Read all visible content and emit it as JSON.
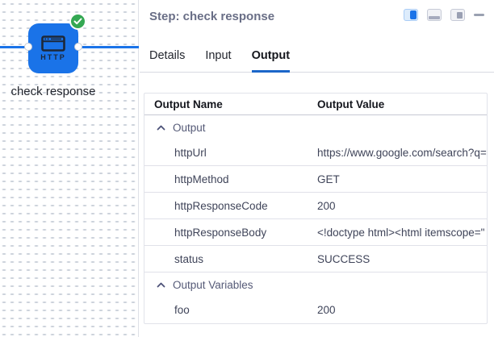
{
  "canvas": {
    "node": {
      "type_label": "HTTP",
      "label": "check response"
    }
  },
  "panel": {
    "title": "Step: check response",
    "toolbar": {
      "icons": [
        "split-view-left-panel-active",
        "bottom-panel-layout",
        "right-panel-layout",
        "minimize"
      ]
    },
    "tabs": [
      {
        "label": "Details",
        "active": false
      },
      {
        "label": "Input",
        "active": false
      },
      {
        "label": "Output",
        "active": true
      }
    ],
    "table": {
      "columns": [
        "Output Name",
        "Output Value"
      ],
      "groups": [
        {
          "label": "Output",
          "rows": [
            {
              "name": "httpUrl",
              "value": "https://www.google.com/search?q="
            },
            {
              "name": "httpMethod",
              "value": "GET"
            },
            {
              "name": "httpResponseCode",
              "value": "200"
            },
            {
              "name": "httpResponseBody",
              "value": "<!doctype html><html itemscope=\""
            },
            {
              "name": "status",
              "value": "SUCCESS"
            }
          ]
        },
        {
          "label": "Output Variables",
          "rows": [
            {
              "name": "foo",
              "value": "200"
            }
          ]
        }
      ]
    }
  },
  "colors": {
    "accent_blue": "#1a73e8",
    "success_green": "#34a853",
    "tab_underline": "#1b66c9",
    "title_text": "#696e86"
  }
}
